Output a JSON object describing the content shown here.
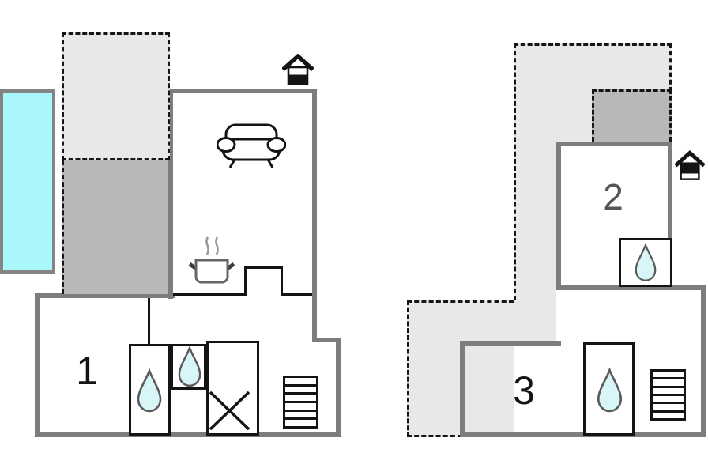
{
  "document": {
    "kind": "holiday-home floor plan, two units",
    "background": "#ffffff"
  },
  "colors": {
    "exterior_wall": "#7d7d7d",
    "interior_wall": "#141414",
    "terrace_open": "#e8e8e8",
    "terrace_covered": "#b8b8b8",
    "pool_water": "#a9f6fb",
    "water_drop_fill": "#d8f6f7",
    "water_drop_stroke": "#5a5a5a",
    "room2_label": "#555555",
    "room_label": "#141414"
  },
  "rooms": [
    {
      "number": "1"
    },
    {
      "number": "2"
    },
    {
      "number": "3"
    }
  ],
  "features": {
    "left_unit": [
      "swimming-pool",
      "open-terrace-dashed",
      "covered-terrace-dashed",
      "entrance-house-icon",
      "sofa-icon",
      "stove-icon",
      "washbasin-drop-icon",
      "washbasin-drop-icon",
      "shower-x-icon",
      "stairs-icon"
    ],
    "right_unit": [
      "open-terrace-dashed",
      "covered-terrace-dashed",
      "entrance-house-icon",
      "washbasin-drop-icon",
      "washbasin-drop-icon",
      "stairs-icon"
    ]
  }
}
